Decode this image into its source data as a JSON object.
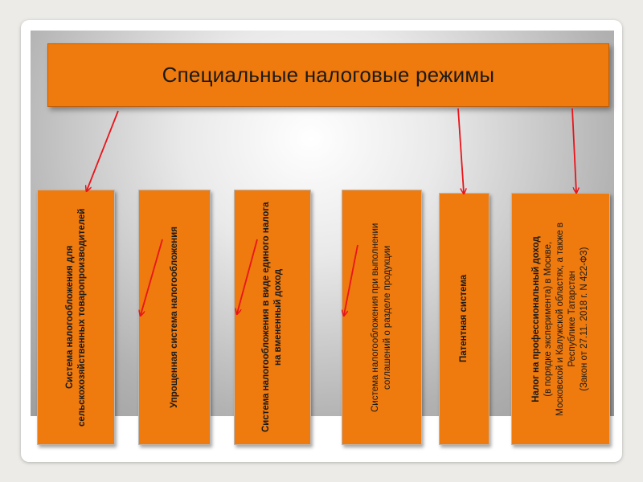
{
  "title": "Специальные налоговые режимы",
  "columns": [
    {
      "id": "eshn",
      "text": "Система налогообложения для сельскохозяйственных товаропроизводителей",
      "bold": true
    },
    {
      "id": "usn",
      "text": "Упрощенная система налогообложения",
      "bold": true
    },
    {
      "id": "envd",
      "text": "Система налогообложения в виде единого налога на вмененный доход",
      "bold": true
    },
    {
      "id": "srp",
      "text": "Система налогообложения при выполнении соглашений о разделе продукции",
      "bold": false
    },
    {
      "id": "psn",
      "text": "Патентная система",
      "bold": true
    },
    {
      "id": "npd",
      "title": "Налог на профессиональный доход",
      "lines": [
        "(в порядке эксперимента) в Москве,",
        "Московской и Калужской областях, а также в",
        "Республике Татарстан",
        "(Закон от 27.11. 2018 г. N 422-ФЗ)"
      ],
      "bold": false
    }
  ],
  "colors": {
    "box": "#ef7a0d",
    "arrow": "#e8141a"
  }
}
